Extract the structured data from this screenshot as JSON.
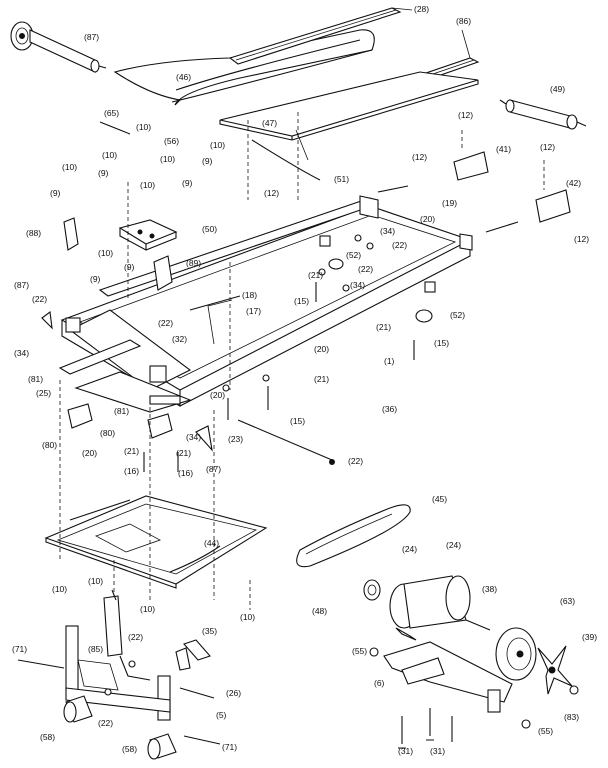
{
  "diagram": {
    "callouts": [
      {
        "id": "c28",
        "text": "(28)"
      },
      {
        "id": "c86",
        "text": "(86)"
      },
      {
        "id": "c87top",
        "text": "(87)"
      },
      {
        "id": "c46",
        "text": "(46)"
      },
      {
        "id": "c49",
        "text": "(49)"
      },
      {
        "id": "c65",
        "text": "(65)"
      },
      {
        "id": "c10a",
        "text": "(10)"
      },
      {
        "id": "c10b",
        "text": "(10)"
      },
      {
        "id": "c56",
        "text": "(56)"
      },
      {
        "id": "c10c",
        "text": "(10)"
      },
      {
        "id": "c9a",
        "text": "(9)"
      },
      {
        "id": "c10d",
        "text": "(10)"
      },
      {
        "id": "c9b",
        "text": "(9)"
      },
      {
        "id": "c10e",
        "text": "(10)"
      },
      {
        "id": "c9c",
        "text": "(9)"
      },
      {
        "id": "c10f",
        "text": "(10)"
      },
      {
        "id": "c9d",
        "text": "(9)"
      },
      {
        "id": "c47",
        "text": "(47)"
      },
      {
        "id": "c51",
        "text": "(51)"
      },
      {
        "id": "c12a",
        "text": "(12)"
      },
      {
        "id": "c12b",
        "text": "(12)"
      },
      {
        "id": "c12c",
        "text": "(12)"
      },
      {
        "id": "c41",
        "text": "(41)"
      },
      {
        "id": "c12d",
        "text": "(12)"
      },
      {
        "id": "c42",
        "text": "(42)"
      },
      {
        "id": "c19",
        "text": "(19)"
      },
      {
        "id": "c20a",
        "text": "(20)"
      },
      {
        "id": "c12e",
        "text": "(12)"
      },
      {
        "id": "c88",
        "text": "(88)"
      },
      {
        "id": "c50",
        "text": "(50)"
      },
      {
        "id": "c10g",
        "text": "(10)"
      },
      {
        "id": "c9e",
        "text": "(9)"
      },
      {
        "id": "c9f",
        "text": "(9)"
      },
      {
        "id": "c89",
        "text": "(89)"
      },
      {
        "id": "c34a",
        "text": "(34)"
      },
      {
        "id": "c22a",
        "text": "(22)"
      },
      {
        "id": "c52a",
        "text": "(52)"
      },
      {
        "id": "c21a",
        "text": "(21)"
      },
      {
        "id": "c22b",
        "text": "(22)"
      },
      {
        "id": "c34b",
        "text": "(34)"
      },
      {
        "id": "c15a",
        "text": "(15)"
      },
      {
        "id": "c87",
        "text": "(87)"
      },
      {
        "id": "c22c",
        "text": "(22)"
      },
      {
        "id": "c18",
        "text": "(18)"
      },
      {
        "id": "c17",
        "text": "(17)"
      },
      {
        "id": "c22d",
        "text": "(22)"
      },
      {
        "id": "c21b",
        "text": "(21)"
      },
      {
        "id": "c52b",
        "text": "(52)"
      },
      {
        "id": "c15b",
        "text": "(15)"
      },
      {
        "id": "c34c",
        "text": "(34)"
      },
      {
        "id": "c32",
        "text": "(32)"
      },
      {
        "id": "c1",
        "text": "(1)"
      },
      {
        "id": "c81a",
        "text": "(81)"
      },
      {
        "id": "c25",
        "text": "(25)"
      },
      {
        "id": "c20b",
        "text": "(20)"
      },
      {
        "id": "c21c",
        "text": "(21)"
      },
      {
        "id": "c81b",
        "text": "(81)"
      },
      {
        "id": "c20c",
        "text": "(20)"
      },
      {
        "id": "c15c",
        "text": "(15)"
      },
      {
        "id": "c80a",
        "text": "(80)"
      },
      {
        "id": "c80b",
        "text": "(80)"
      },
      {
        "id": "c34d",
        "text": "(34)"
      },
      {
        "id": "c23",
        "text": "(23)"
      },
      {
        "id": "c36",
        "text": "(36)"
      },
      {
        "id": "c20d",
        "text": "(20)"
      },
      {
        "id": "c21d",
        "text": "(21)"
      },
      {
        "id": "c21e",
        "text": "(21)"
      },
      {
        "id": "c87b",
        "text": "(87)"
      },
      {
        "id": "c16a",
        "text": "(16)"
      },
      {
        "id": "c16b",
        "text": "(16)"
      },
      {
        "id": "c22e",
        "text": "(22)"
      },
      {
        "id": "c45",
        "text": "(45)"
      },
      {
        "id": "c44",
        "text": "(44)"
      },
      {
        "id": "c24a",
        "text": "(24)"
      },
      {
        "id": "c24b",
        "text": "(24)"
      },
      {
        "id": "c10h",
        "text": "(10)"
      },
      {
        "id": "c10i",
        "text": "(10)"
      },
      {
        "id": "c10j",
        "text": "(10)"
      },
      {
        "id": "c48",
        "text": "(48)"
      },
      {
        "id": "c38",
        "text": "(38)"
      },
      {
        "id": "c63",
        "text": "(63)"
      },
      {
        "id": "c10k",
        "text": "(10)"
      },
      {
        "id": "c71a",
        "text": "(71)"
      },
      {
        "id": "c22f",
        "text": "(22)"
      },
      {
        "id": "c35",
        "text": "(35)"
      },
      {
        "id": "c85",
        "text": "(85)"
      },
      {
        "id": "c55a",
        "text": "(55)"
      },
      {
        "id": "c39",
        "text": "(39)"
      },
      {
        "id": "c26",
        "text": "(26)"
      },
      {
        "id": "c6",
        "text": "(6)"
      },
      {
        "id": "c83",
        "text": "(83)"
      },
      {
        "id": "c58a",
        "text": "(58)"
      },
      {
        "id": "c22g",
        "text": "(22)"
      },
      {
        "id": "c5",
        "text": "(5)"
      },
      {
        "id": "c55b",
        "text": "(55)"
      },
      {
        "id": "c58b",
        "text": "(58)"
      },
      {
        "id": "c71b",
        "text": "(71)"
      },
      {
        "id": "c31a",
        "text": "(31)"
      },
      {
        "id": "c31b",
        "text": "(31)"
      }
    ]
  }
}
